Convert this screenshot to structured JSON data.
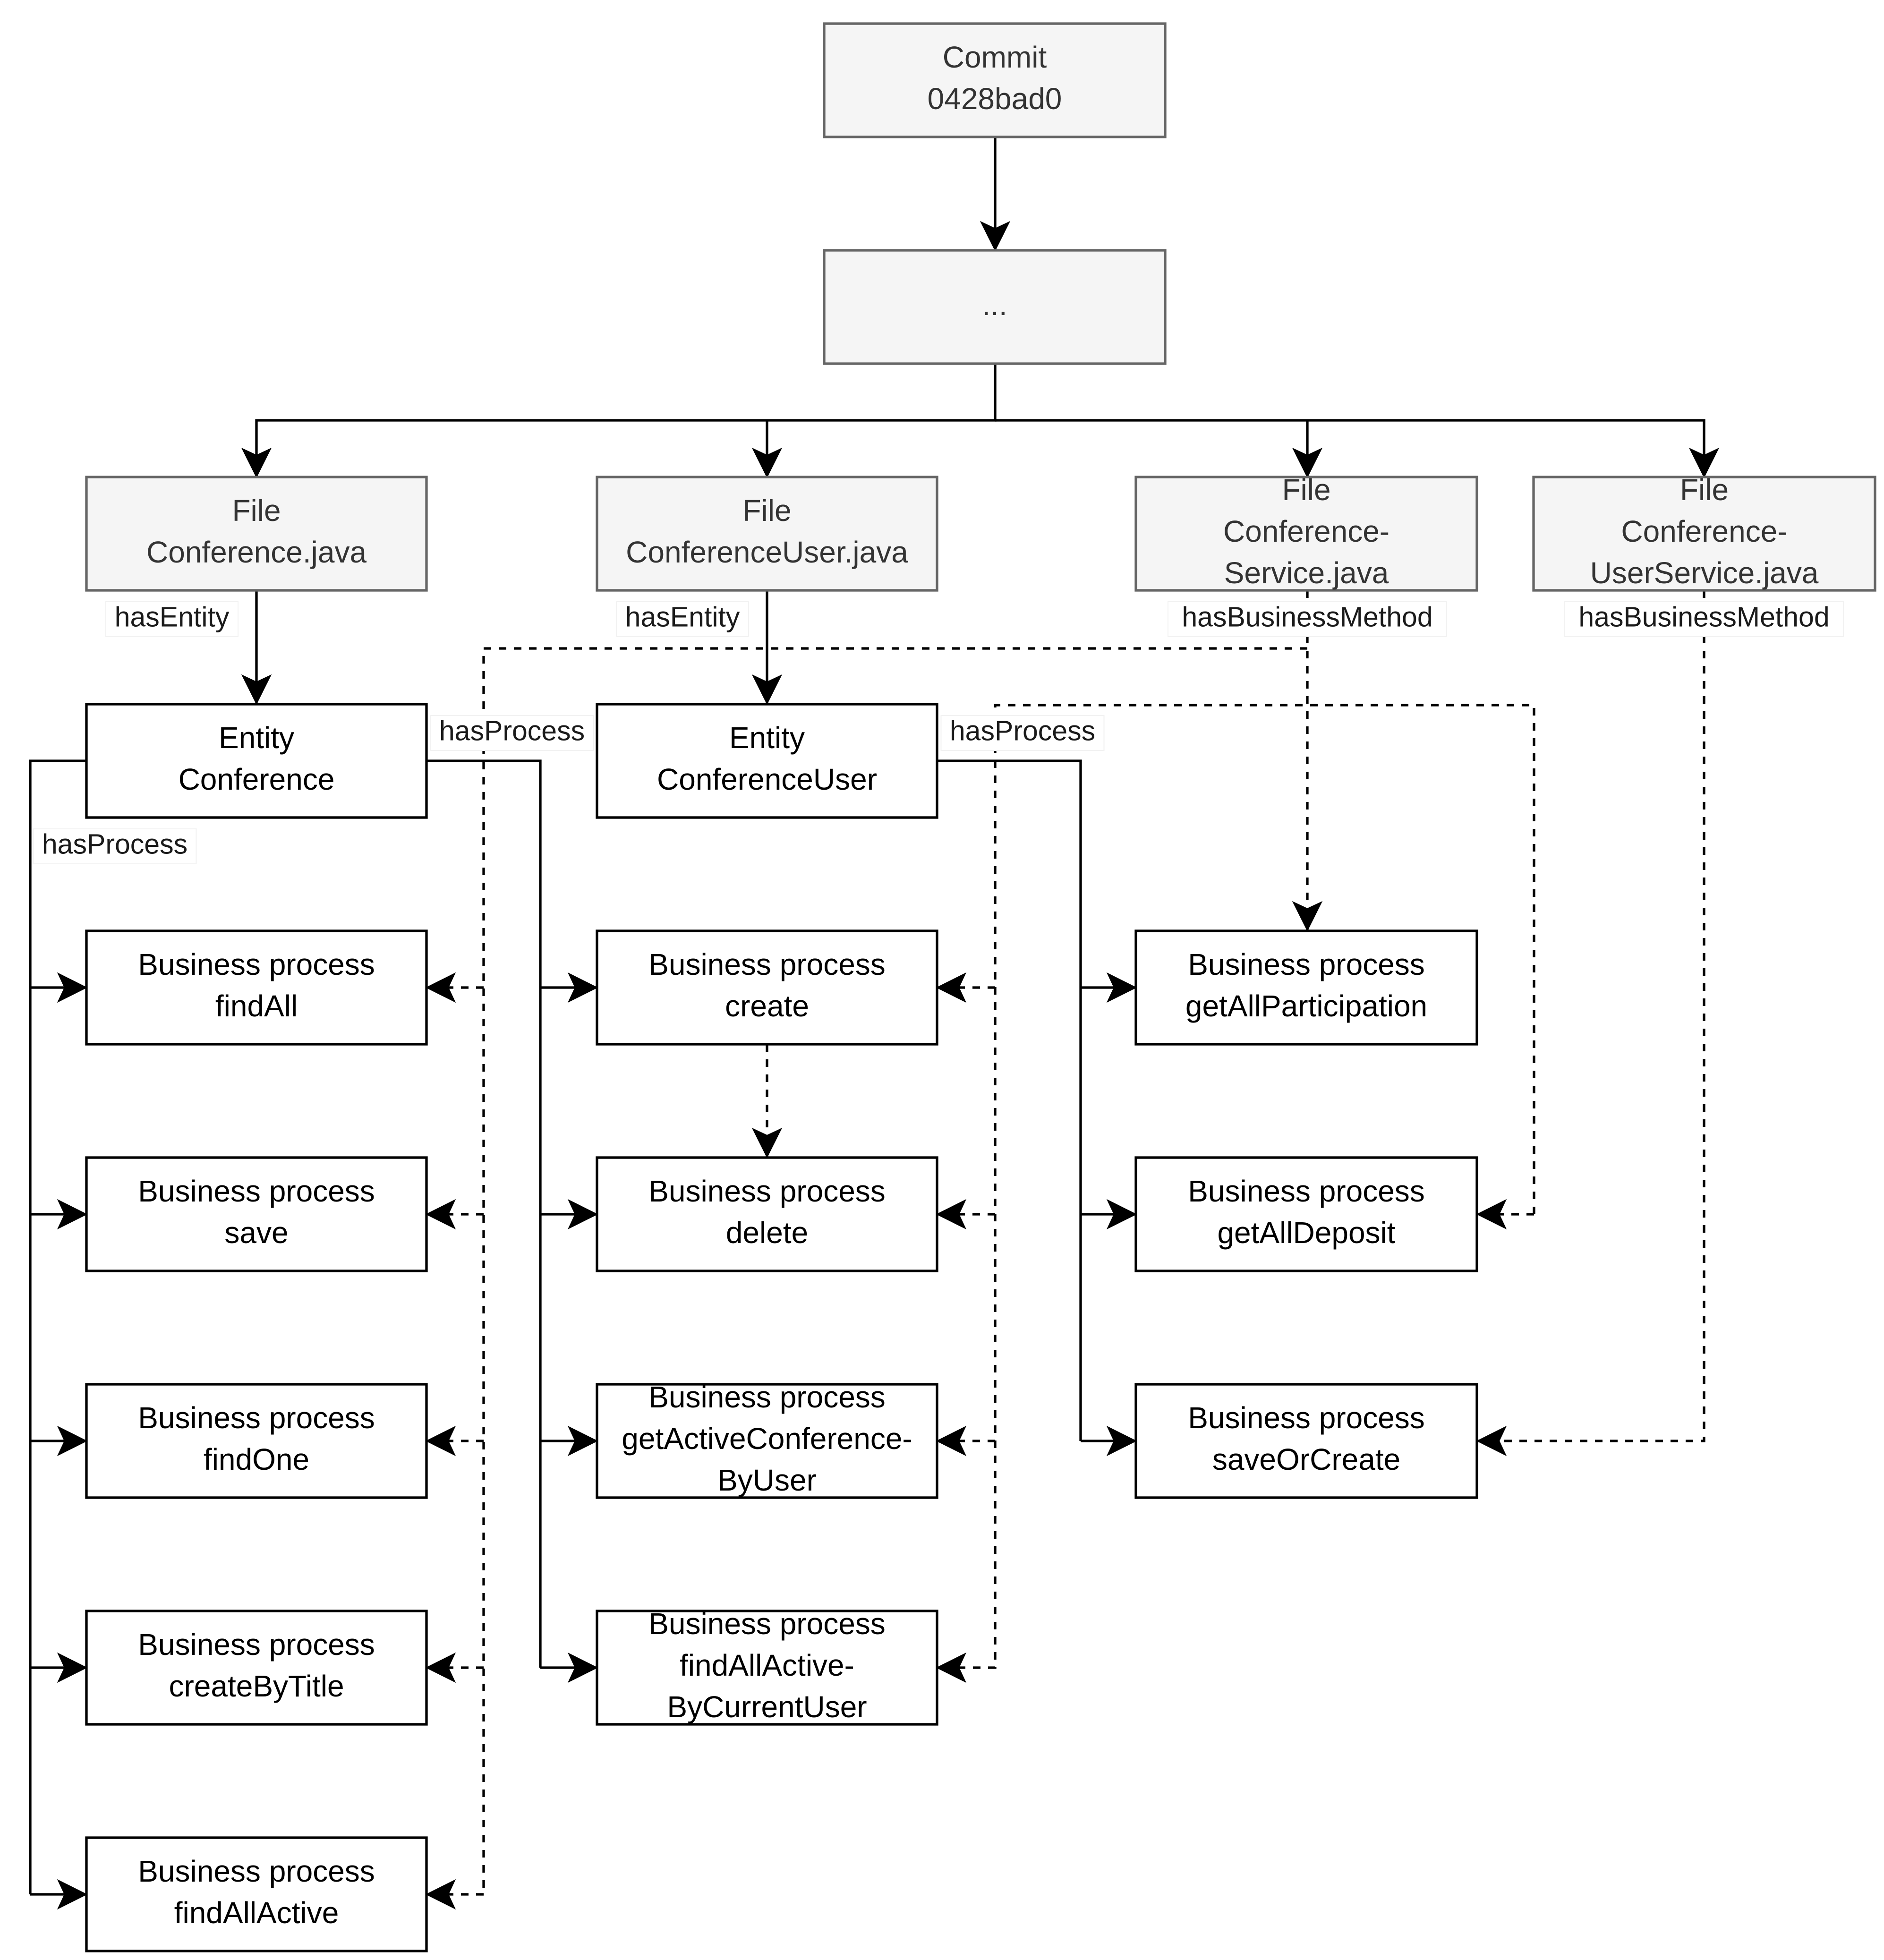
{
  "nodes": {
    "commit": {
      "lines": [
        "Commit",
        "0428bad0"
      ]
    },
    "ellipsis": {
      "lines": [
        "..."
      ]
    },
    "file_conf": {
      "lines": [
        "File",
        "Conference.java"
      ]
    },
    "file_cuser": {
      "lines": [
        "File",
        "ConferenceUser.java"
      ]
    },
    "file_csvc": {
      "lines": [
        "File",
        "Conference-",
        "Service.java"
      ]
    },
    "file_cusvc": {
      "lines": [
        "File",
        "Conference-",
        "UserService.java"
      ]
    },
    "ent_conf": {
      "lines": [
        "Entity",
        "Conference"
      ]
    },
    "ent_cuser": {
      "lines": [
        "Entity",
        "ConferenceUser"
      ]
    },
    "bp_findAll": {
      "lines": [
        "Business process",
        "findAll"
      ]
    },
    "bp_save": {
      "lines": [
        "Business process",
        "save"
      ]
    },
    "bp_findOne": {
      "lines": [
        "Business process",
        "findOne"
      ]
    },
    "bp_createByTitle": {
      "lines": [
        "Business process",
        "createByTitle"
      ]
    },
    "bp_findAllActive": {
      "lines": [
        "Business process",
        "findAllActive"
      ]
    },
    "bp_create": {
      "lines": [
        "Business process",
        "create"
      ]
    },
    "bp_delete": {
      "lines": [
        "Business process",
        "delete"
      ]
    },
    "bp_getActive": {
      "lines": [
        "Business process",
        "getActiveConference-",
        "ByUser"
      ]
    },
    "bp_findAllActiveByCU": {
      "lines": [
        "Business process",
        "findAllActive-",
        "ByCurrentUser"
      ]
    },
    "bp_getAllParticipation": {
      "lines": [
        "Business process",
        "getAllParticipation"
      ]
    },
    "bp_getAllDeposit": {
      "lines": [
        "Business process",
        "getAllDeposit"
      ]
    },
    "bp_saveOrCreate": {
      "lines": [
        "Business process",
        "saveOrCreate"
      ]
    }
  },
  "edge_labels": {
    "has_entity_conf": "hasEntity",
    "has_entity_cuser": "hasEntity",
    "has_bm_csvc": "hasBusinessMethod",
    "has_bm_cusvc": "hasBusinessMethod",
    "has_process_conf_right": "hasProcess",
    "has_process_cuser": "hasProcess",
    "has_process_conf_left": "hasProcess"
  }
}
